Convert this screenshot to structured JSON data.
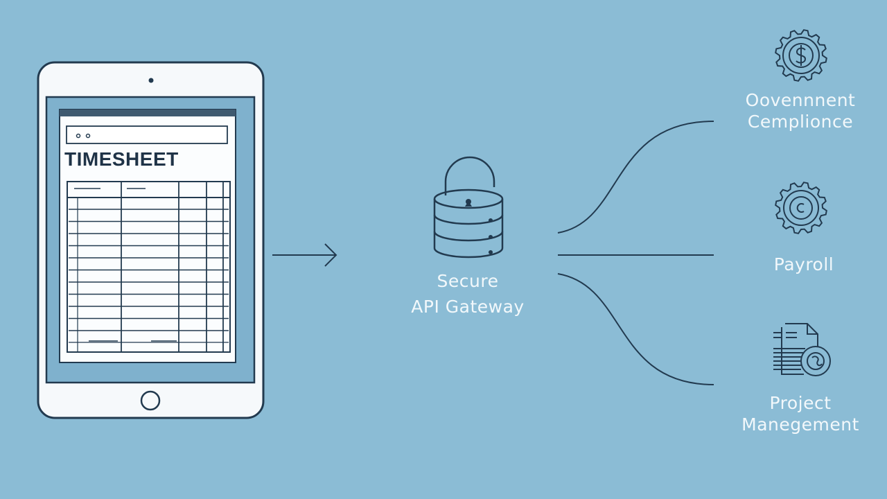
{
  "colors": {
    "background": "#8bbcd5",
    "stroke": "#223a4f",
    "device_fill": "#f6f9fb",
    "screen_fill": "#7fb1cd",
    "label_text": "#f2f8fb"
  },
  "tablet": {
    "app_title": "TIMESHEET"
  },
  "gateway": {
    "label_line1": "Secure",
    "label_line2": "API Gateway",
    "icon": "lock-database-icon"
  },
  "destinations": [
    {
      "line1": "Oovennnent",
      "line2": "Cemplionce",
      "icon": "gear-dollar-icon"
    },
    {
      "line1": "Payroll",
      "icon": "gear-icon"
    },
    {
      "line1": "Project",
      "line2": "Manegement",
      "icon": "document-gear-icon"
    }
  ]
}
